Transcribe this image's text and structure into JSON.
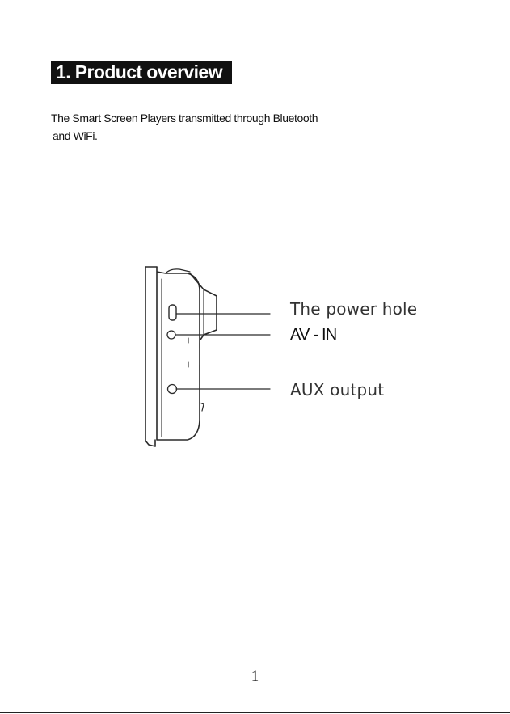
{
  "section": {
    "title": "1. Product overview"
  },
  "intro": {
    "line1": "The Smart Screen Players  transmitted through Bluetooth",
    "line2": "and WiFi."
  },
  "diagram": {
    "callouts": {
      "power_hole": "The power hole",
      "av_in": "AV - IN",
      "aux_output": "AUX output"
    }
  },
  "page": {
    "number": "1"
  }
}
